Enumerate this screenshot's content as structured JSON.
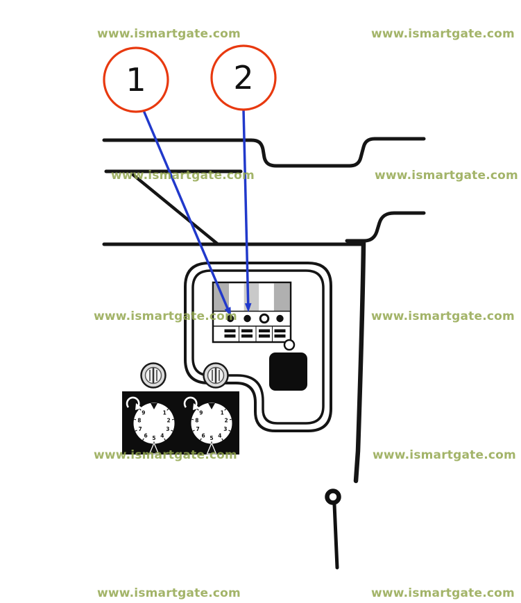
{
  "watermark": {
    "text": "www.ismartgate.com"
  },
  "callouts": [
    {
      "label": "1"
    },
    {
      "label": "2"
    }
  ],
  "dials": {
    "numbers": [
      "9",
      "8",
      "7",
      "6",
      "5",
      "4",
      "3",
      "2",
      "1"
    ]
  },
  "colors": {
    "watermark": "#93a74f",
    "callout-stroke": "#e8390f",
    "leader-line": "#2139cb",
    "line": "#151515"
  }
}
